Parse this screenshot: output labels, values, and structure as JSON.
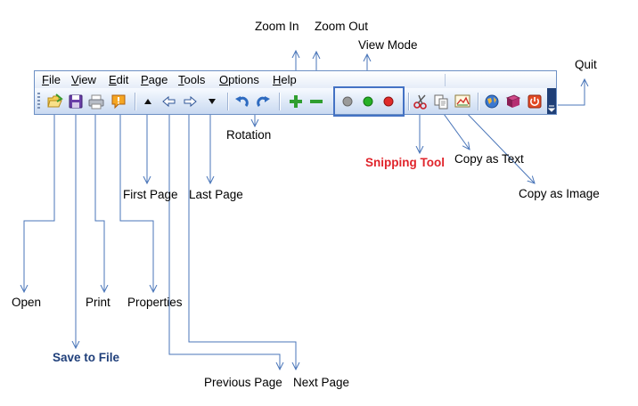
{
  "menu": {
    "file": "File",
    "view": "View",
    "edit": "Edit",
    "page": "Page",
    "tools": "Tools",
    "options": "Options",
    "help": "Help"
  },
  "toolbar_icons": [
    "open-icon",
    "save-icon",
    "print-icon",
    "properties-icon",
    "first-page-icon",
    "previous-page-icon",
    "next-page-icon",
    "last-page-icon",
    "rotate-left-icon",
    "rotate-right-icon",
    "zoom-in-icon",
    "zoom-out-icon",
    "view-mode-gray-icon",
    "view-mode-green-icon",
    "view-mode-red-icon",
    "snipping-tool-icon",
    "copy-as-text-icon",
    "copy-as-image-icon",
    "globe-icon",
    "book-icon",
    "quit-icon"
  ],
  "colors": {
    "leader_line": "#4a76b9",
    "snipping_label": "#e0242b",
    "save_label": "#1f3f7a",
    "view_mode_frame": "#4472c4"
  },
  "callouts": {
    "zoom_in": "Zoom In",
    "zoom_out": "Zoom Out",
    "view_mode": "View Mode",
    "quit": "Quit",
    "rotation": "Rotation",
    "snipping_tool": "Snipping Tool",
    "copy_as_text": "Copy as Text",
    "copy_as_image": "Copy as Image",
    "first_page": "First Page",
    "last_page": "Last Page",
    "open": "Open",
    "print": "Print",
    "properties": "Properties",
    "save_to_file": "Save to File",
    "previous_page": "Previous Page",
    "next_page": "Next Page"
  }
}
